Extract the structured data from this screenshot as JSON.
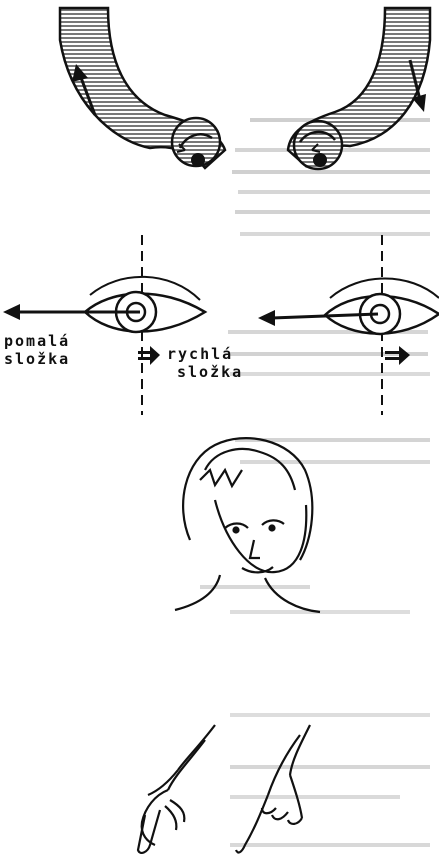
{
  "labels": {
    "slow_line1": "pomalá",
    "slow_line2": "složka",
    "fast_line1": "rychlá",
    "fast_line2": "složka"
  },
  "colors": {
    "ink": "#111111",
    "hatch": "#555555",
    "paper": "#ffffff"
  }
}
